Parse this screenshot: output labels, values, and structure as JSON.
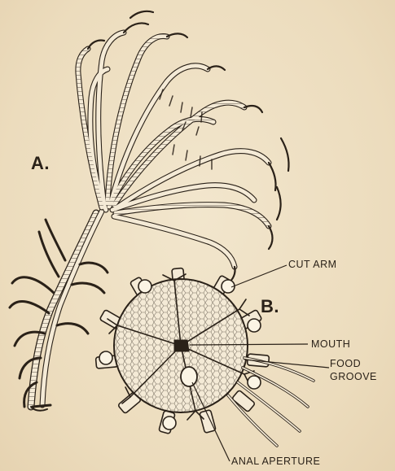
{
  "figure": {
    "labels": {
      "a": "A.",
      "b": "B.",
      "cut_arm": "CUT ARM",
      "mouth": "MOUTH",
      "food_groove_1": "FOOD",
      "food_groove_2": "GROOVE",
      "anal_aperture": "ANAL APERTURE"
    },
    "colors": {
      "paper": "#efe0c4",
      "ink": "#2a2118",
      "fill": "#f4ead6"
    }
  }
}
